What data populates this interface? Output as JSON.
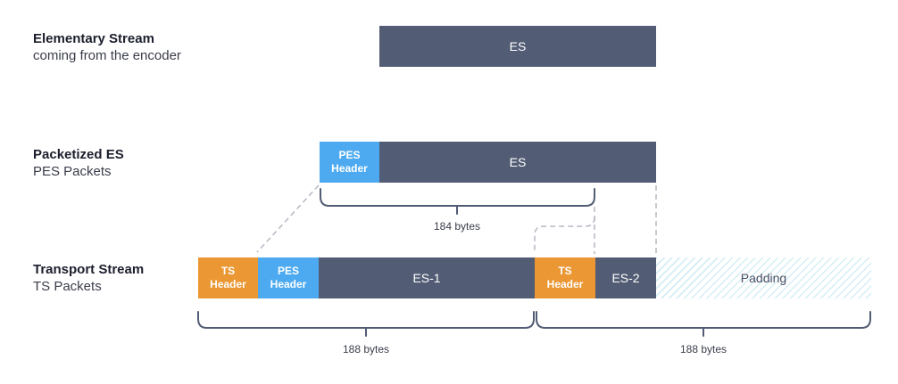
{
  "rows": {
    "elementary": {
      "title": "Elementary Stream",
      "subtitle": "coming from the encoder"
    },
    "pes": {
      "title": "Packetized ES",
      "subtitle": "PES Packets"
    },
    "ts": {
      "title": "Transport Stream",
      "subtitle": "TS Packets"
    }
  },
  "blocks": {
    "es_top": "ES",
    "pes_header_line1": "PES",
    "pes_header_line2": "Header",
    "es_pes": "ES",
    "ts_header_1_line1": "TS",
    "ts_header_1_line2": "Header",
    "pes_header_ts_line1": "PES",
    "pes_header_ts_line2": "Header",
    "es1": "ES-1",
    "ts_header_2_line1": "TS",
    "ts_header_2_line2": "Header",
    "es2": "ES-2",
    "padding": "Padding"
  },
  "sizes": {
    "pes_payload": "184 bytes",
    "ts_packet_1": "188 bytes",
    "ts_packet_2": "188 bytes"
  },
  "colors": {
    "es": "#525c74",
    "pes_header": "#4daaf0",
    "ts_header": "#ea9734",
    "padding_hatch": "#d4eef4",
    "bracket": "#525c74",
    "dashed": "#b5b9c3"
  }
}
